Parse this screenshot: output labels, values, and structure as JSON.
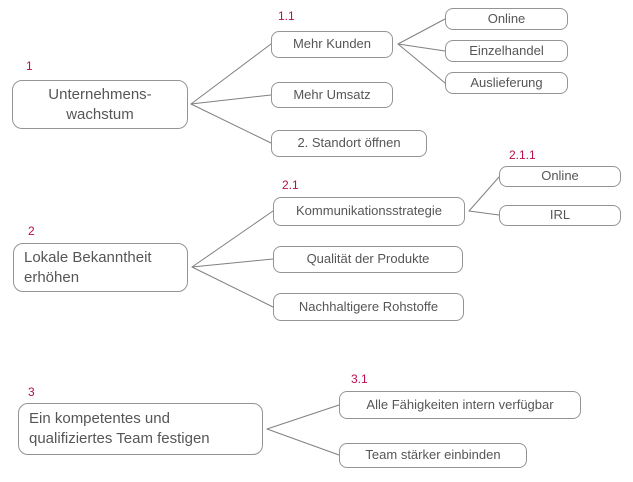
{
  "colors": {
    "node_border": "#949494",
    "node_text": "#565656",
    "connector": "#808080",
    "number_label": "#b80e4e",
    "background": "#ffffff"
  },
  "trees": [
    {
      "label": "1",
      "text": "Unternehmens-\nwachstum",
      "children": [
        {
          "label": "1.1",
          "text": "Mehr Kunden",
          "children": [
            {
              "text": "Online"
            },
            {
              "text": "Einzelhandel"
            },
            {
              "text": "Auslieferung"
            }
          ]
        },
        {
          "text": "Mehr Umsatz"
        },
        {
          "text": "2. Standort öffnen"
        }
      ]
    },
    {
      "label": "2",
      "text": "Lokale Bekanntheit\nerhöhen",
      "children": [
        {
          "label": "2.1",
          "text": "Kommunikationsstrategie",
          "children": [
            {
              "label": "2.1.1",
              "text": "Online"
            },
            {
              "text": "IRL"
            }
          ]
        },
        {
          "text": "Qualität der Produkte"
        },
        {
          "text": "Nachhaltigere Rohstoffe"
        }
      ]
    },
    {
      "label": "3",
      "text": "Ein kompetentes und\nqualifiziertes Team festigen",
      "children": [
        {
          "label": "3.1",
          "text": "Alle Fähigkeiten intern verfügbar"
        },
        {
          "text": "Team stärker einbinden"
        }
      ]
    }
  ]
}
